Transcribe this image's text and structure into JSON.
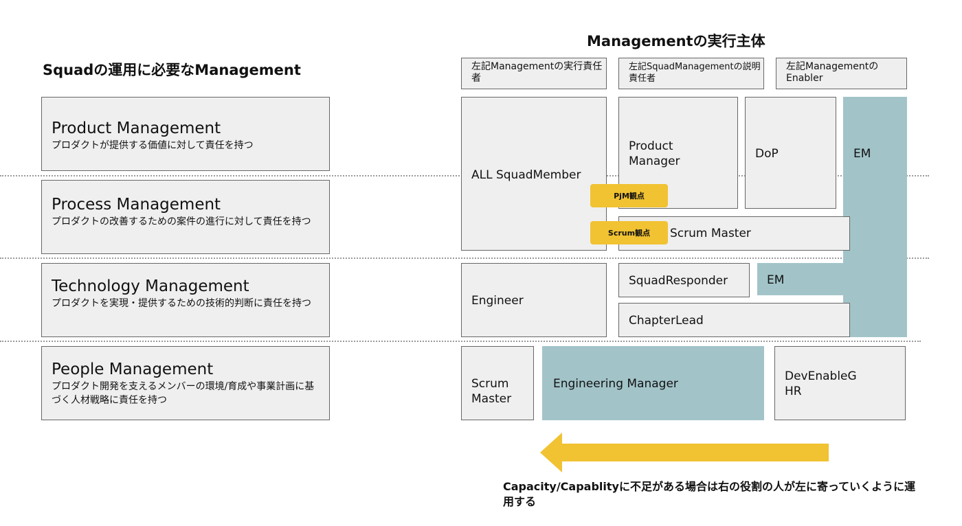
{
  "left_title": "Squadの運用に必要なManagement",
  "right_title": "Managementの実行主体",
  "managements": [
    {
      "title": "Product Management",
      "desc": "プロダクトが提供する価値に対して責任を持つ"
    },
    {
      "title": "Process Management",
      "desc": "プロダクトの改善するための案件の進行に対して責任を持つ"
    },
    {
      "title": "Technology Management",
      "desc": "プロダクトを実現・提供するための技術的判断に責任を持つ"
    },
    {
      "title": "People Management",
      "desc": "プロダクト開発を支えるメンバーの環境/育成や事業計画に基づく人材戦略に責任を持つ"
    }
  ],
  "headers": {
    "executor": "左記Managementの実行責任者",
    "accountable": "左記SquadManagementの説明責任者",
    "enabler": "左記ManagementのEnabler"
  },
  "roles": {
    "all_squad_member": "ALL SquadMember",
    "product_manager": "Product Manager",
    "dop": "DoP",
    "em_top": "EM",
    "pjm_tag": "PjM観点",
    "scrum_tag": "Scrum観点",
    "scrum_master_process": "Scrum Master",
    "engineer": "Engineer",
    "squad_responder": "SquadResponder",
    "em_mid": "EM",
    "chapter_lead": "ChapterLead",
    "scrum_master_people": "Scrum Master",
    "engineering_manager": "Engineering Manager",
    "dev_enable_g_hr": "DevEnableG HR"
  },
  "footnote": "Capacity/Capablityに不足がある場合は右の役割の人が左に寄っていくように運用する",
  "colors": {
    "box_fill": "#efefef",
    "box_border": "#666666",
    "teal": "#a2c4c9",
    "yellow": "#f1c232",
    "divider": "#999999"
  }
}
